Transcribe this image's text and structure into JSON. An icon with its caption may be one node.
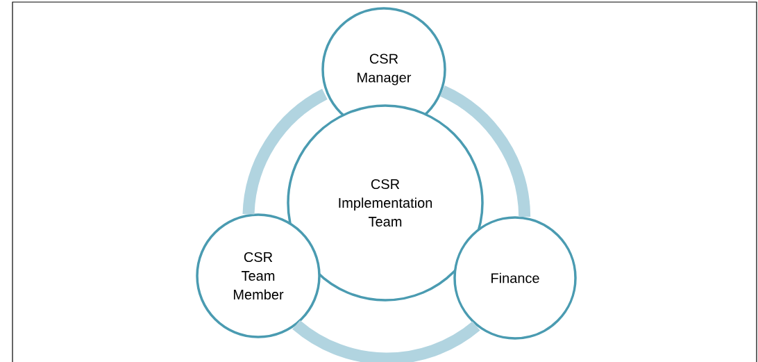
{
  "diagram": {
    "nodes": [
      {
        "text": [
          "CSR Manager"
        ]
      },
      {
        "text": [
          "CSR Implementation Team"
        ]
      },
      {
        "text": [
          "CSR Team Member"
        ]
      },
      {
        "text": [
          "Finance"
        ]
      }
    ],
    "edges": [
      {
        "from": 0,
        "to": 3,
        "arrow": "none"
      },
      {
        "from": 3,
        "to": 2,
        "arrow": "none"
      },
      {
        "from": 2,
        "to": 0,
        "arrow": "none"
      }
    ]
  }
}
